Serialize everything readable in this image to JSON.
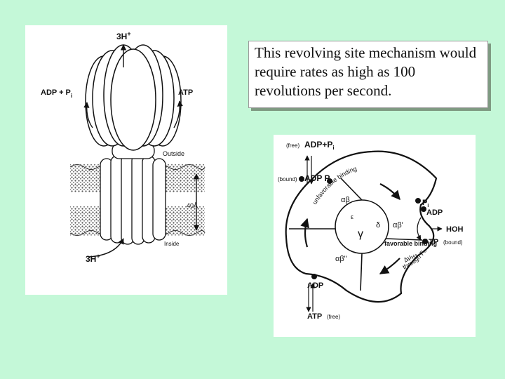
{
  "slide": {
    "background": "#c4f8d8",
    "note": "This revolving site mechanism would require rates as high as 100 revolutions per second."
  },
  "atp_synthase": {
    "proton_top": "3H",
    "proton_top_sup": "+",
    "proton_bottom": "3H",
    "proton_bottom_sup": "+",
    "substrate": "ADP + P",
    "substrate_sub": "i",
    "product": "ATP",
    "outside_label": "Outside",
    "inside_label": "Inside",
    "dimension": "40Å"
  },
  "binding_change": {
    "free_top_tag": "(free)",
    "free_top": "ADP+P",
    "free_top_sub": "i",
    "bound_tag": "(bound)",
    "bound_adp_pi": "ADP P",
    "bound_adp_pi_sub": "i",
    "unfavorable": "unfavorable binding",
    "alpha_beta": "αβ",
    "alpha_beta_prime": "αβ'",
    "alpha_beta_double": "αβ\"",
    "epsilon": "ε",
    "gamma": "γ",
    "delta": "δ",
    "favorable": "favorable binding",
    "proton_drive": "Δμ",
    "proton_drive_sub": "H+",
    "through_fo": "through F",
    "through_fo_sub": "o",
    "right_pi": "P",
    "right_pi_sub": "i",
    "right_adp": "ADP",
    "hoh": "HOH",
    "right_atp": "ATP",
    "right_bound_tag": "(bound)",
    "bottom_adp": "ADP",
    "bottom_atp": "ATP",
    "bottom_free_tag": "(free)"
  }
}
